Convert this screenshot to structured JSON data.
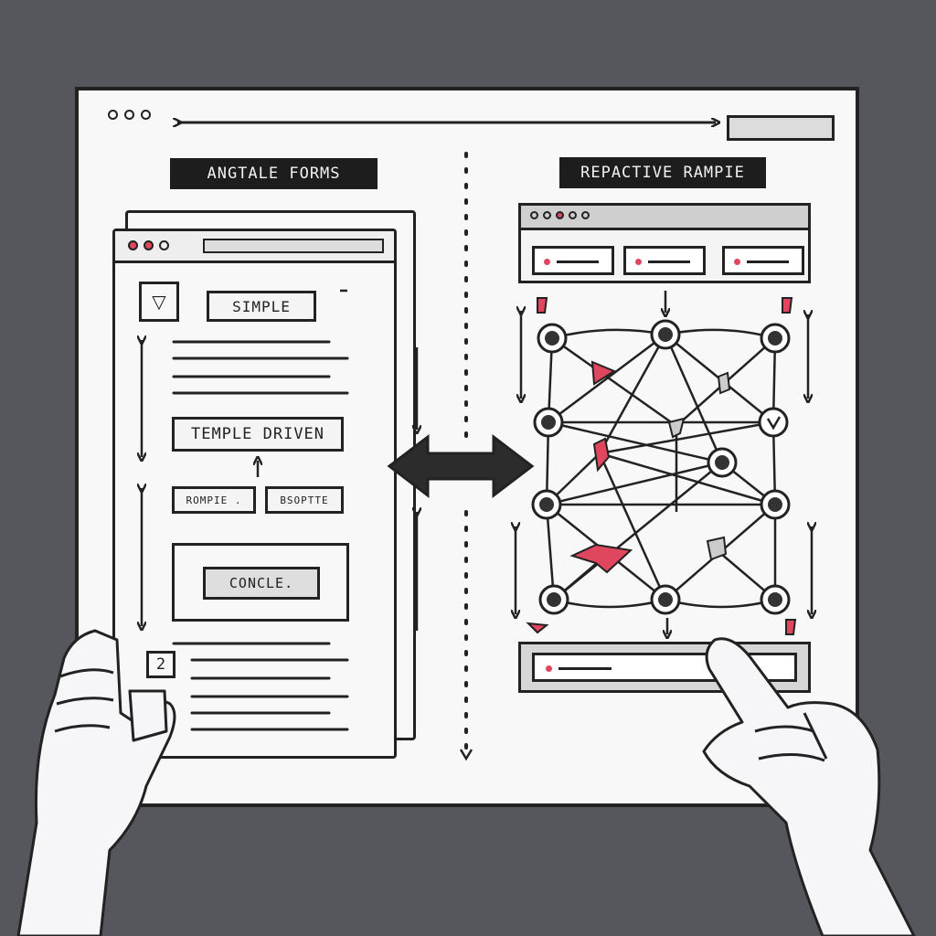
{
  "left_panel": {
    "title": "ANGTALE  FORMS",
    "simple_label": "SIMPLE",
    "template_label": "TEMPLE DRIVEN",
    "small_left_label": "ROMPIE .",
    "small_right_label": "BSOPTTE",
    "console_label": "CONCLE.",
    "dropdown_glyph": "▽",
    "page_number": "2"
  },
  "right_panel": {
    "title": "REPACTIVE RAMPIE"
  },
  "colors": {
    "background": "#55575c",
    "paper": "#f7f8f7",
    "ink": "#222222",
    "accent": "#e0475f"
  }
}
